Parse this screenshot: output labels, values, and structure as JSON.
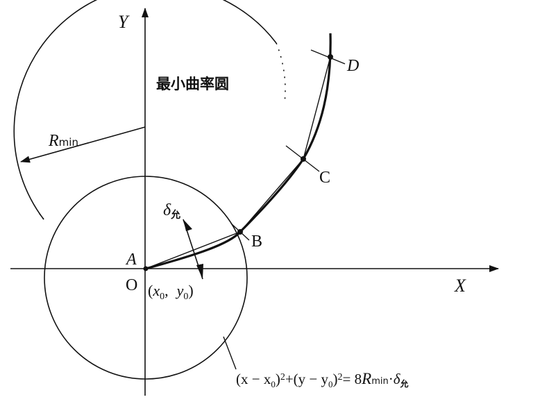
{
  "axes": {
    "y_label": "Y",
    "x_label": "X",
    "origin_label": "O"
  },
  "min_curvature_circle": {
    "title": "最小曲率圆",
    "radius_label_main": "R",
    "radius_label_sub": "min"
  },
  "points": {
    "a": "A",
    "b": "B",
    "c": "C",
    "d": "D"
  },
  "tolerance": {
    "symbol": "δ",
    "subscript": "允"
  },
  "center": {
    "open": "(",
    "x": "x",
    "x_sub": "0",
    "comma": ",",
    "y": "y",
    "y_sub": "0",
    "close": ")"
  },
  "equation": {
    "part1": "(x − x",
    "sub1": "0",
    "part2": ")",
    "sup1": "2",
    "part3": "+(y − y",
    "sub2": "0",
    "part4": ")",
    "sup2": "2",
    "part5": "= 8",
    "r": "R",
    "r_sub": "min",
    "dot": "·",
    "delta": "δ",
    "delta_sub": "允"
  },
  "colors": {
    "line": "#111111",
    "background": "#ffffff"
  }
}
